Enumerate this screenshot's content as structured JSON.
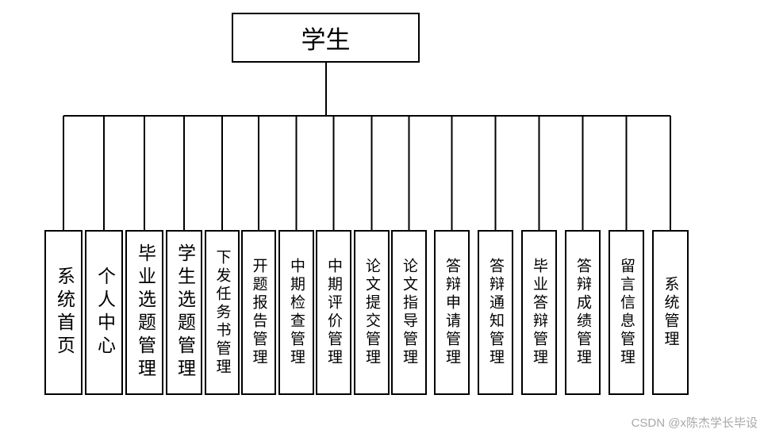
{
  "root": {
    "label": "学生"
  },
  "children": [
    {
      "label": "系统首页"
    },
    {
      "label": "个人中心"
    },
    {
      "label": "毕业选题管理"
    },
    {
      "label": "学生选题管理"
    },
    {
      "label": "下发任务书管理"
    },
    {
      "label": "开题报告管理"
    },
    {
      "label": "中期检查管理"
    },
    {
      "label": "中期评价管理"
    },
    {
      "label": "论文提交管理"
    },
    {
      "label": "论文指导管理"
    },
    {
      "label": "答辩申请管理"
    },
    {
      "label": "答辩通知管理"
    },
    {
      "label": "毕业答辩管理"
    },
    {
      "label": "答辩成绩管理"
    },
    {
      "label": "留言信息管理"
    },
    {
      "label": "系统管理"
    }
  ],
  "watermark": "CSDN @x陈杰学长毕设"
}
